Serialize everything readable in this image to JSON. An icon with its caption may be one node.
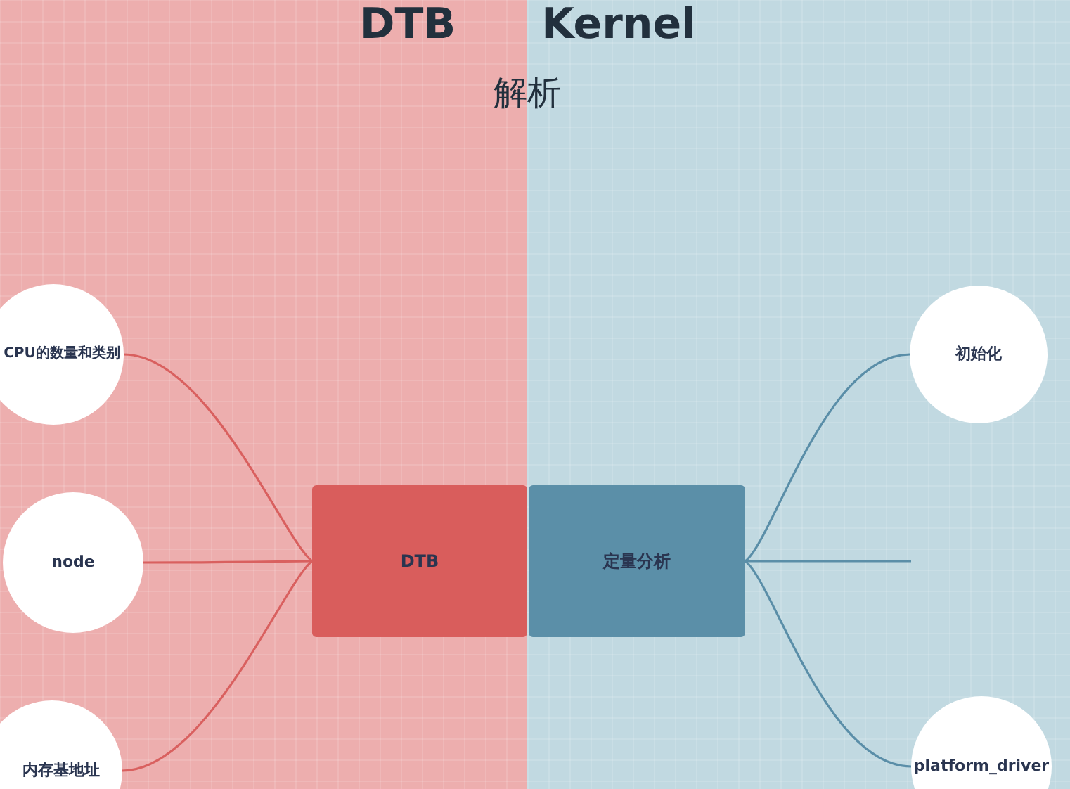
{
  "diagram": {
    "nodes": [
      {
        "text": [
          "DTB"
        ]
      },
      {
        "text": [
          "定量分析"
        ]
      },
      {
        "text": [
          "CPU的数量和类别"
        ]
      },
      {
        "text": [
          "node"
        ]
      },
      {
        "text": [
          "内存基地址"
        ]
      },
      {
        "text": [
          "初始化"
        ]
      },
      {
        "text": [
          "platform_driver"
        ]
      }
    ],
    "edges": [
      {
        "from": 0,
        "to": 2,
        "arrow": "none",
        "color": "#d9605f"
      },
      {
        "from": 0,
        "to": 3,
        "arrow": "none",
        "color": "#d9605f"
      },
      {
        "from": 0,
        "to": 4,
        "arrow": "none",
        "color": "#d9605f"
      },
      {
        "from": 1,
        "to": 5,
        "arrow": "none",
        "color": "#5a8ea8"
      },
      {
        "from": 1,
        "to": null,
        "arrow": "none",
        "color": "#5a8ea8"
      },
      {
        "from": 1,
        "to": 6,
        "arrow": "none",
        "color": "#5a8ea8"
      }
    ],
    "labels": [
      "DTB",
      "Kernel",
      "解析"
    ]
  }
}
